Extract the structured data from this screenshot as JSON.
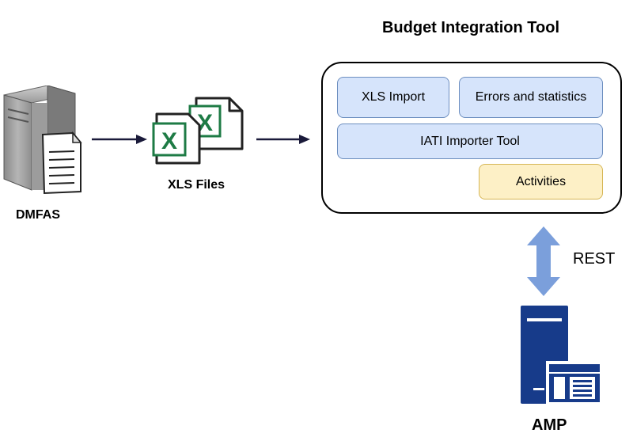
{
  "diagram": {
    "title": "Budget Integration Tool",
    "dmfas_label": "DMFAS",
    "xls_files_label": "XLS Files",
    "xls_import_label": "XLS Import",
    "errors_label": "Errors and statistics",
    "iati_label": "IATI Importer Tool",
    "activities_label": "Activities",
    "rest_label": "REST",
    "amp_label": "AMP"
  },
  "colors": {
    "box_blue_fill": "#d6e4fb",
    "box_blue_border": "#6c8ebf",
    "box_yellow_fill": "#fdf0c6",
    "box_yellow_border": "#d6b656",
    "arrow_dark": "#1a1a3a",
    "arrow_rest": "#7b9fdb",
    "amp_server": "#173b8a",
    "excel_green": "#1e7b45"
  },
  "icons": [
    "server-document-icon",
    "excel-files-icon",
    "amp-server-icon",
    "bidirectional-arrow-icon"
  ]
}
